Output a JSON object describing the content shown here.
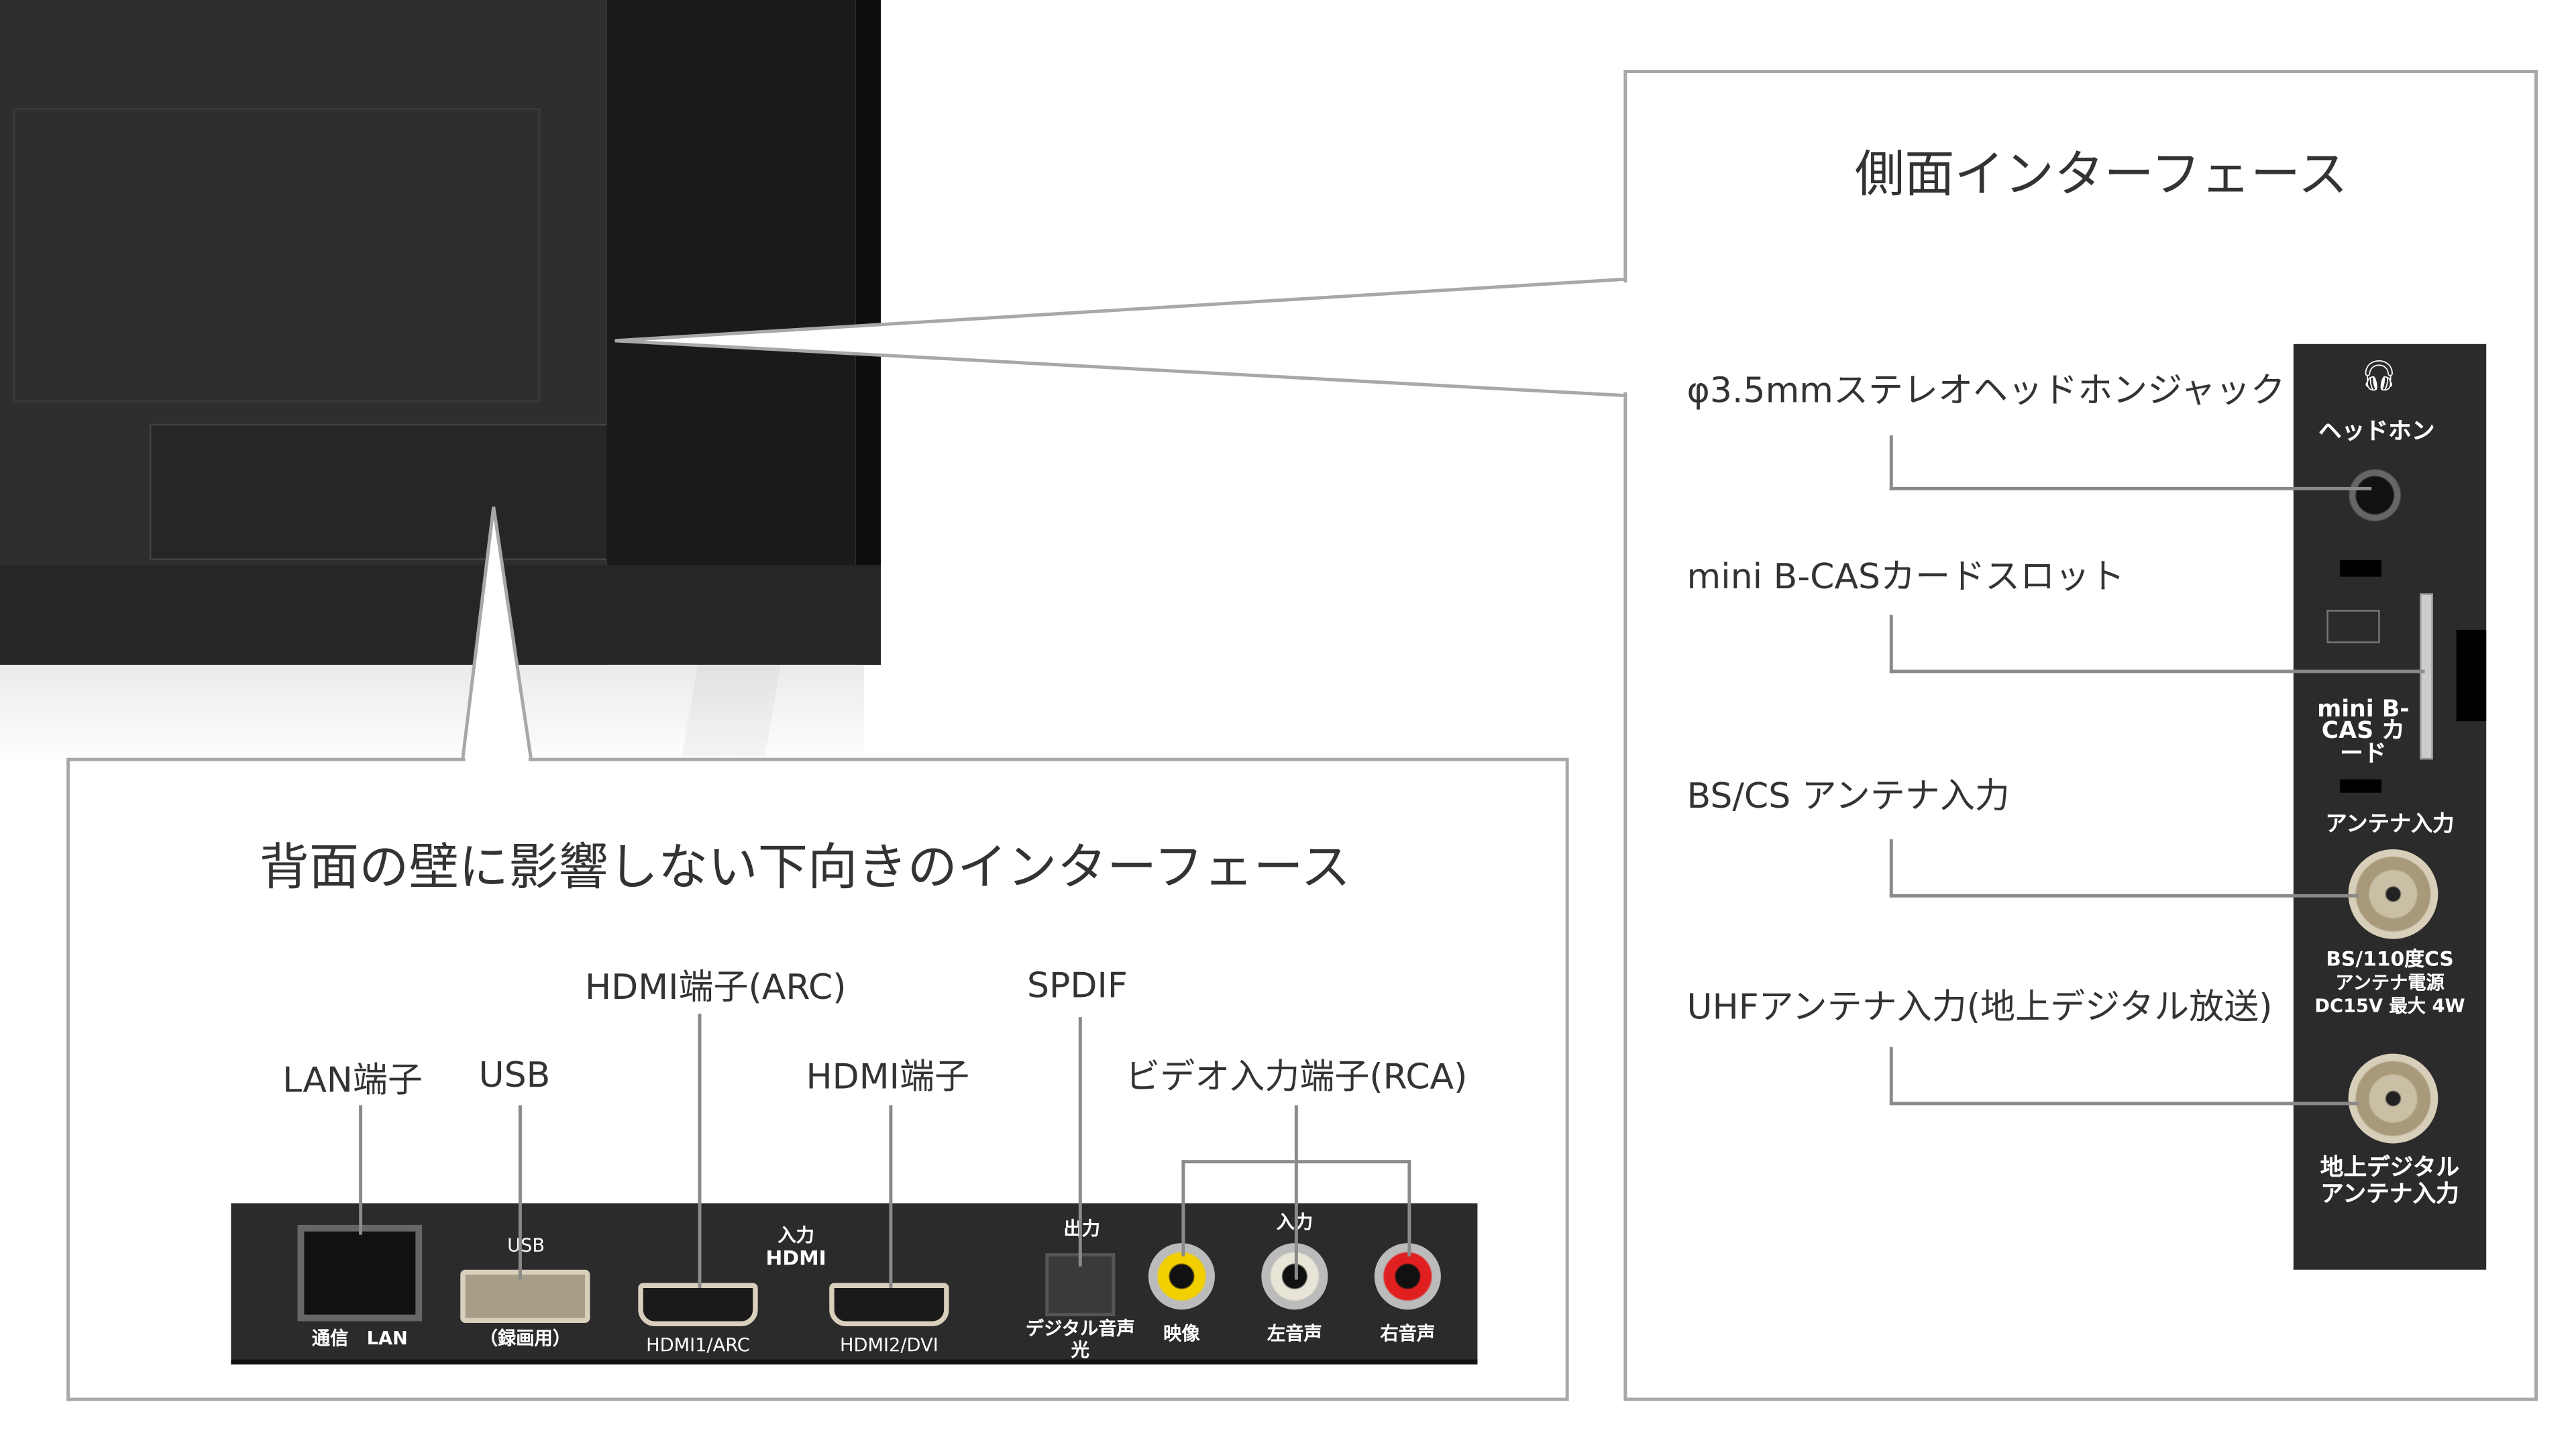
{
  "side_panel": {
    "title": "側面インターフェース",
    "callouts": [
      {
        "label": "φ3.5mmステレオヘッドホンジャック"
      },
      {
        "label": "mini B-CASカードスロット"
      },
      {
        "label": "BS/CS アンテナ入力"
      },
      {
        "label": "UHFアンテナ入力(地上デジタル放送)"
      }
    ],
    "device_labels": {
      "headphone": "ヘッドホン",
      "bcas": "mini B-CAS カード",
      "antenna_in": "アンテナ入力",
      "bs_line1": "BS/110度CS",
      "bs_line2": "アンテナ電源",
      "bs_line3": "DC15V 最大 4W",
      "terrestrial_line1": "地上デジタル",
      "terrestrial_line2": "アンテナ入力"
    }
  },
  "rear_panel": {
    "title": "背面の壁に影響しない下向きのインターフェース",
    "callouts": {
      "lan": "LAN端子",
      "usb": "USB",
      "hdmi_arc": "HDMI端子(ARC)",
      "hdmi": "HDMI端子",
      "spdif": "SPDIF",
      "video_rca": "ビデオ入力端子(RCA)"
    },
    "device_labels": {
      "lan": "通信　LAN",
      "usb_top": "USB",
      "usb": "（録画用）",
      "hdmi_group": "入力",
      "hdmi_logo": "HDMI",
      "hdmi1": "HDMI1/ARC",
      "hdmi2": "HDMI2/DVI",
      "output": "出力",
      "optical_line1": "デジタル音声",
      "optical_line2": "光",
      "input": "入力",
      "video": "映像",
      "audio_left": "左音声",
      "audio_right": "右音声"
    }
  },
  "colors": {
    "video": "#f2d000",
    "audio_left": "#e8e4d6",
    "audio_right": "#e02020",
    "panel": "#2b2b2b"
  }
}
